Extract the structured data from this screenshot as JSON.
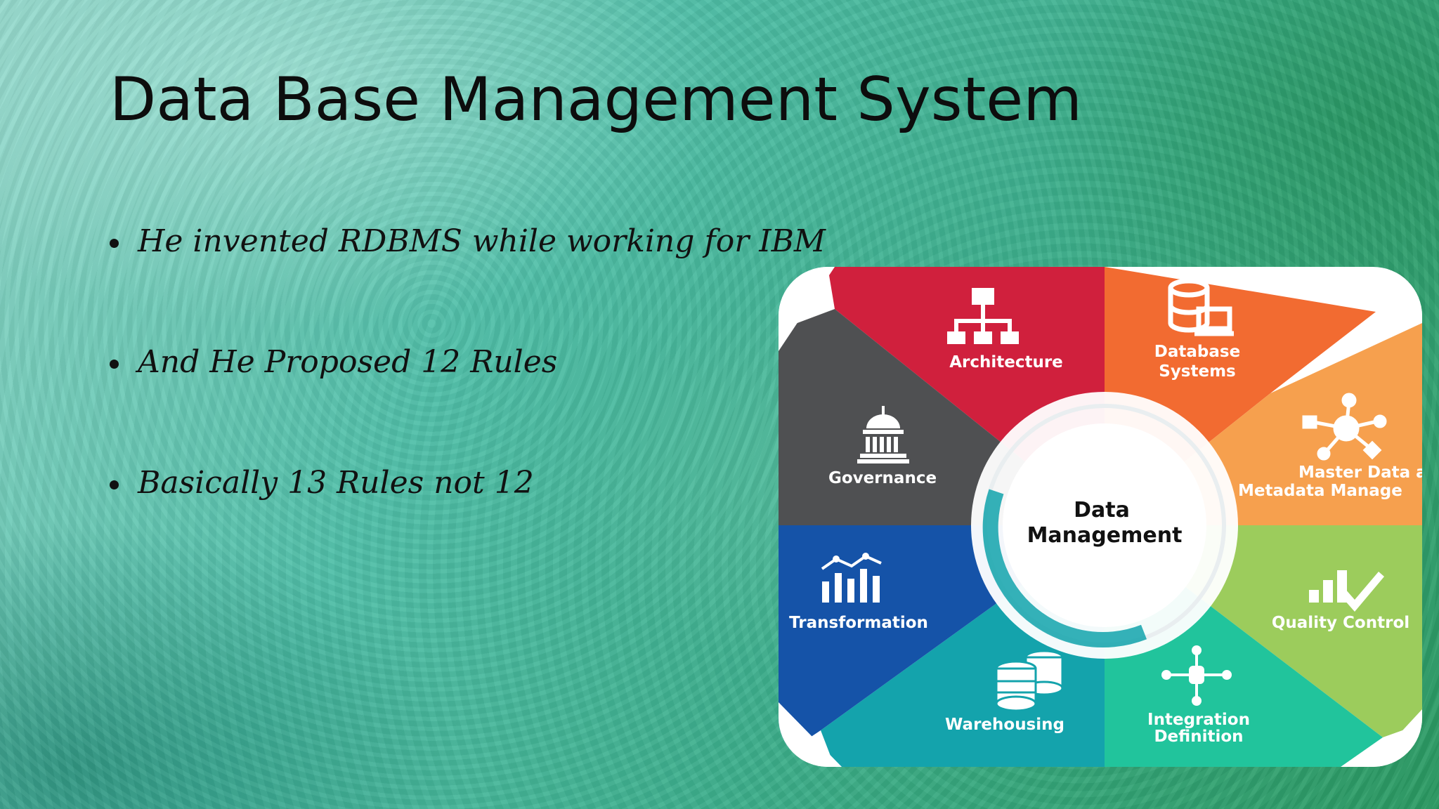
{
  "slide": {
    "title": "Data Base Management System",
    "bullets": [
      "He invented RDBMS while working for IBM",
      "And He Proposed 12 Rules",
      "Basically 13 Rules not 12"
    ]
  },
  "diagram": {
    "center_line1": "Data",
    "center_line2": "Management",
    "segments": {
      "architecture": "Architecture",
      "database_line1": "Database",
      "database_line2": "Systems",
      "master_line1": "Master Data an",
      "master_line2": "Metadata Manage",
      "quality": "Quality Control",
      "integration_line1": "Integration",
      "integration_line2": "Definition",
      "warehousing": "Warehousing",
      "transformation": "Transformation",
      "governance": "Governance"
    },
    "colors": {
      "architecture": "#d0203d",
      "database": "#f26b31",
      "master": "#f6a04e",
      "quality": "#9ccc5c",
      "integration": "#21c49c",
      "warehousing": "#14a3ac",
      "transformation": "#1553a8",
      "governance": "#4f5052"
    },
    "icons": [
      "org-chart-icon",
      "database-laptop-icon",
      "network-nodes-icon",
      "bar-check-icon",
      "integration-node-icon",
      "database-stack-icon",
      "bar-chart-trend-icon",
      "capitol-building-icon"
    ]
  }
}
